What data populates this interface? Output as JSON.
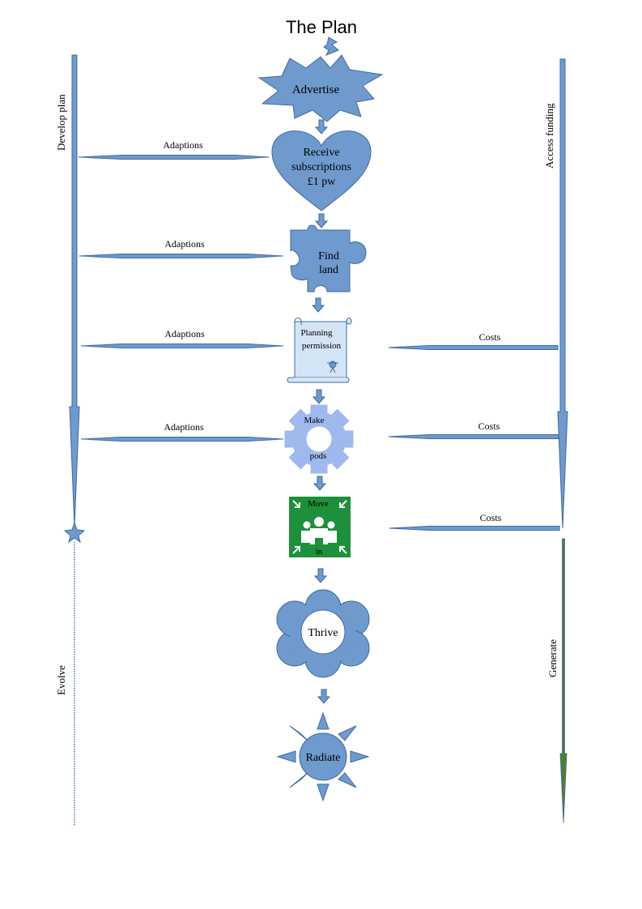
{
  "title": "The Plan",
  "nodes": {
    "advertise": "Advertise",
    "receive": [
      "Receive",
      "subscriptions",
      "£1 pw"
    ],
    "find_land": [
      "Find",
      "land"
    ],
    "planning": [
      "Planning",
      "permission"
    ],
    "make_pods": [
      "Make",
      "pods"
    ],
    "move_in": [
      "Move",
      "in"
    ],
    "thrive": "Thrive",
    "radiate": "Radiate"
  },
  "left_labels": [
    "Adaptions",
    "Adaptions",
    "Adaptions",
    "Adaptions"
  ],
  "right_labels": [
    "Costs",
    "Costs",
    "Costs"
  ],
  "side_labels": {
    "develop_plan": "Develop plan",
    "evolve": "Evolve",
    "access_funding": "Access funding",
    "generate": "Generate"
  },
  "colors": {
    "primary": "#6f9acd",
    "stroke": "#3e6aa3",
    "light": "#d3e5f5",
    "gear": "#9fb8ee",
    "green": "#1e8f3b",
    "generate": "#4d7f2e"
  }
}
